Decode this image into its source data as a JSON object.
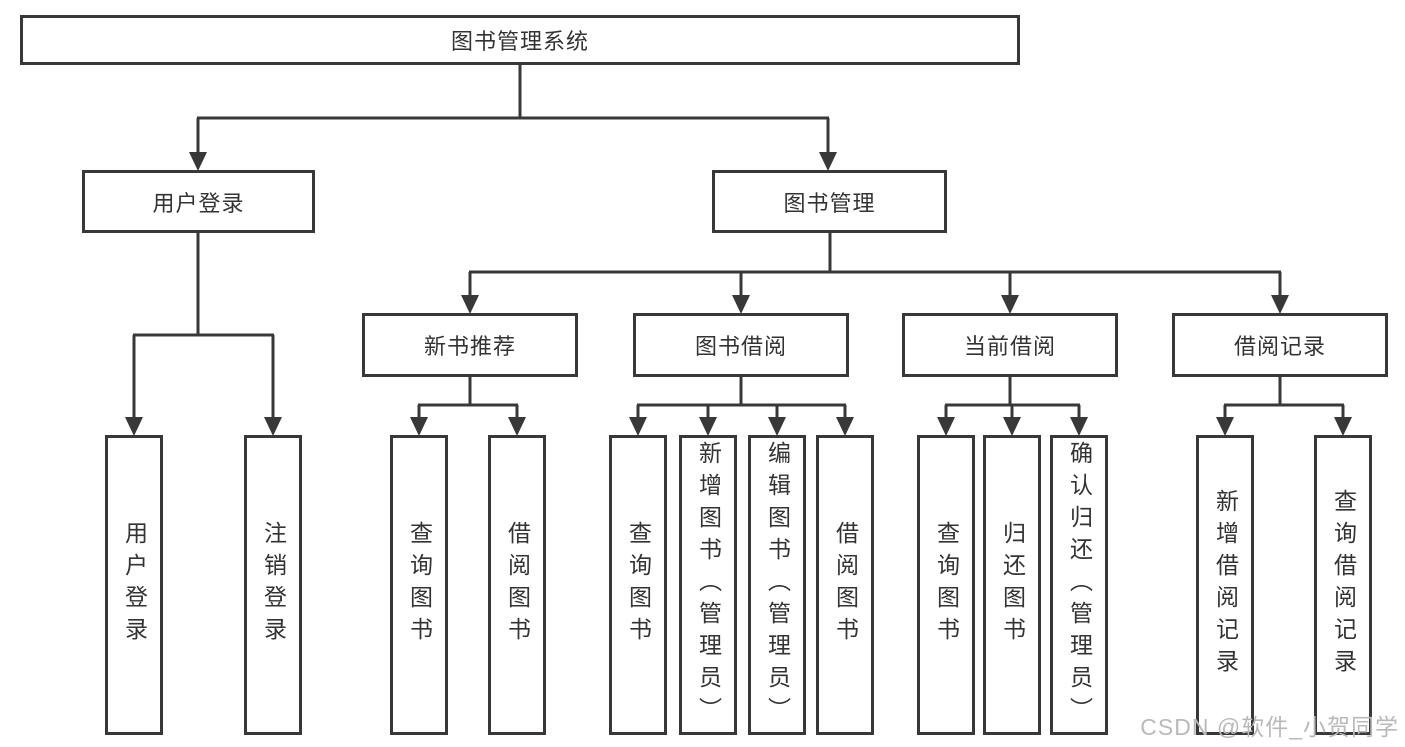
{
  "tree": {
    "label": "图书管理系统",
    "children": [
      {
        "label": "用户登录",
        "children": [
          {
            "label": "用户登录"
          },
          {
            "label": "注销登录"
          }
        ]
      },
      {
        "label": "图书管理",
        "children": [
          {
            "label": "新书推荐",
            "children": [
              {
                "label": "查询图书"
              },
              {
                "label": "借阅图书"
              }
            ]
          },
          {
            "label": "图书借阅",
            "children": [
              {
                "label": "查询图书"
              },
              {
                "label": "新增图书（管理员）"
              },
              {
                "label": "编辑图书（管理员）"
              },
              {
                "label": "借阅图书"
              }
            ]
          },
          {
            "label": "当前借阅",
            "children": [
              {
                "label": "查询图书"
              },
              {
                "label": "归还图书"
              },
              {
                "label": "确认归还（管理员）"
              }
            ]
          },
          {
            "label": "借阅记录",
            "children": [
              {
                "label": "新增借阅记录"
              },
              {
                "label": "查询借阅记录"
              }
            ]
          }
        ]
      }
    ]
  },
  "watermark": {
    "text": "CSDN @软件_小贺同学"
  },
  "colors": {
    "line": "#383838",
    "text": "#333333",
    "background": "#ffffff",
    "watermark": "#b9b9b9"
  }
}
